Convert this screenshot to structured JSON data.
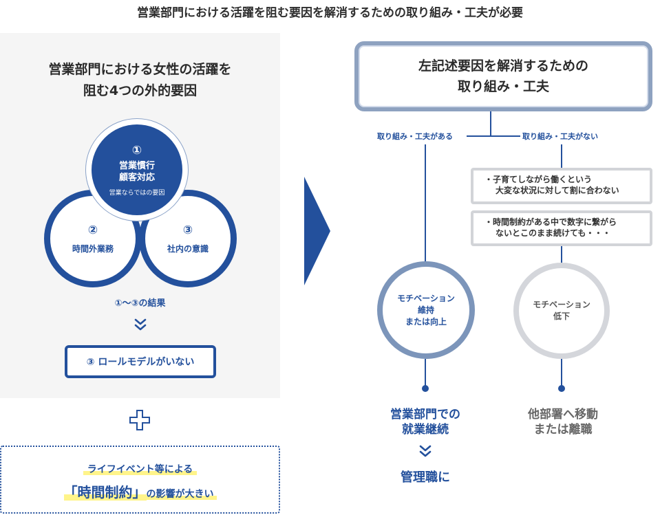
{
  "page_title": "営業部門における活躍を阻む要因を解消するための取り組み・工夫が必要",
  "left": {
    "title_line1": "営業部門における女性の活躍を",
    "title_line2": "阻む4つの外的要因",
    "factor1": {
      "num": "①",
      "line1": "営業慣行",
      "line2": "顧客対応",
      "sub": "営業ならではの要因"
    },
    "factor2": {
      "num": "②",
      "label": "時間外業務"
    },
    "factor3": {
      "num": "③",
      "label": "社内の意識"
    },
    "result_label": "①〜③の結果",
    "role_model": "③ ロールモデルがいない",
    "life_event": "ライフイベント等による",
    "time_constraint": "「時間制約」",
    "time_constraint_suffix": "の影響が大きい"
  },
  "right": {
    "head_line1": "左記述要因を解消するための",
    "head_line2": "取り組み・工夫",
    "branch_yes": "取り組み・工夫がある",
    "branch_no": "取り組み・工夫がない",
    "note1_line1": "・子育てしながら働くという",
    "note1_line2": "大変な状況に対して割に合わない",
    "note2_line1": "・時間制約がある中で数字に繋がら",
    "note2_line2": "ないとこのまま続けても・・・",
    "motivation_yes_line1": "モチベーション",
    "motivation_yes_line2": "維持",
    "motivation_yes_line3": "または向上",
    "motivation_no_line1": "モチベーション",
    "motivation_no_line2": "低下",
    "outcome_yes_line1": "営業部門での",
    "outcome_yes_line2": "就業継続",
    "outcome_manager": "管理職に",
    "outcome_no_line1": "他部署へ移動",
    "outcome_no_line2": "または離職"
  },
  "colors": {
    "primary": "#23509c",
    "muted": "#8ea2c0",
    "gray_ring": "#d4d6db",
    "highlight": "#fff48a",
    "panel_bg": "#f5f5f5"
  }
}
